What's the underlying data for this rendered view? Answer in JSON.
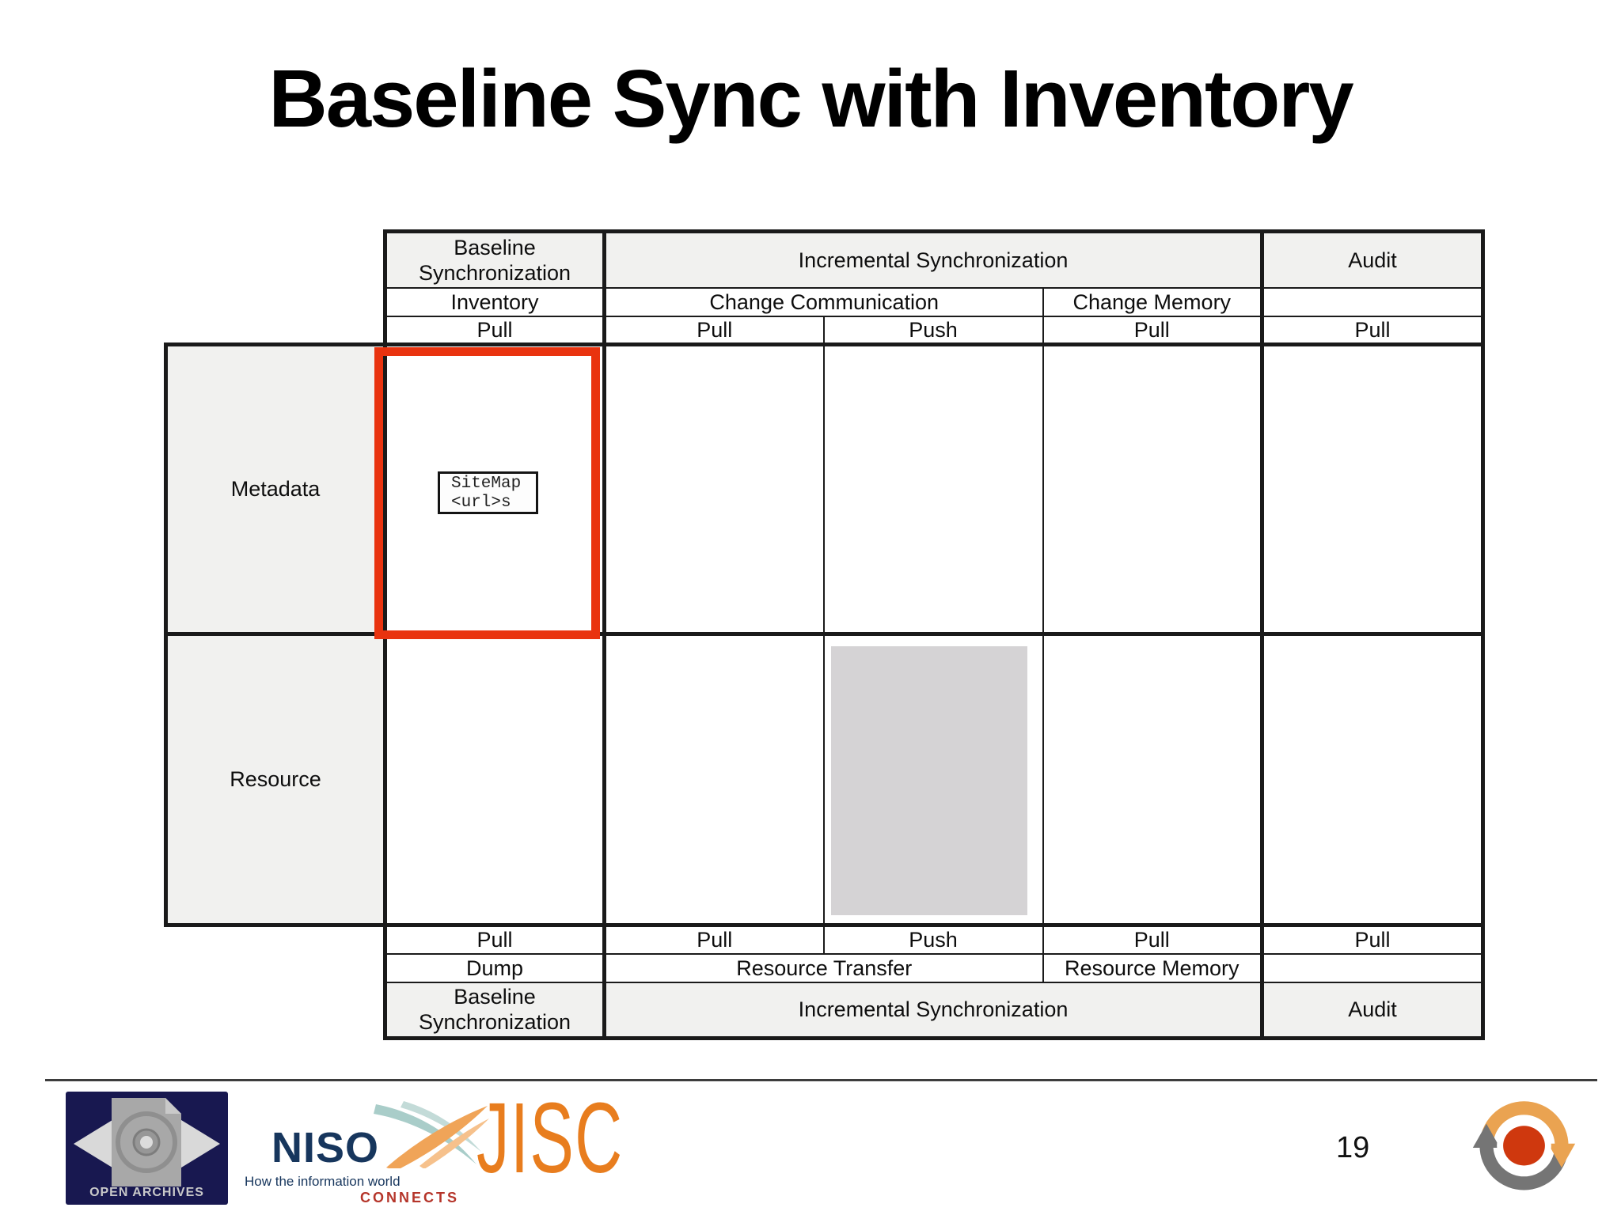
{
  "slide": {
    "title": "Baseline Sync with Inventory",
    "page_number": "19"
  },
  "table": {
    "header": {
      "baseline_sync": "Baseline Synchronization",
      "incremental_sync": "Incremental Synchronization",
      "audit": "Audit",
      "inventory": "Inventory",
      "change_communication": "Change Communication",
      "change_memory": "Change Memory",
      "audit_sub": "",
      "pull_inventory": "Pull",
      "pull_change_comm": "Pull",
      "push_change_comm": "Push",
      "pull_change_memory": "Pull",
      "pull_audit": "Pull"
    },
    "row_labels": {
      "metadata": "Metadata",
      "resource": "Resource"
    },
    "highlight_box": {
      "line1": "SiteMap",
      "line2": "<url>s"
    },
    "footer": {
      "pull_dump": "Pull",
      "pull_resource_transfer": "Pull",
      "push_resource_transfer": "Push",
      "pull_resource_memory": "Pull",
      "pull_audit": "Pull",
      "dump": "Dump",
      "resource_transfer": "Resource Transfer",
      "resource_memory": "Resource Memory",
      "audit_sub": "",
      "baseline_sync": "Baseline Synchronization",
      "incremental_sync": "Incremental Synchronization",
      "audit": "Audit"
    }
  },
  "logos": {
    "open_archives": {
      "label": "OPEN ARCHIVES"
    },
    "niso": {
      "name": "NISO",
      "tagline_line1": "How the information world",
      "tagline_line2": "CONNECTS"
    },
    "jisc": {
      "name": "JISC"
    }
  },
  "colors": {
    "highlight_red": "#e9330f",
    "gray_placeholder": "#d5d3d5",
    "table_gray_fill": "#f1f1ef",
    "jisc_orange": "#e87d1e",
    "niso_navy": "#17365d",
    "connects_red": "#b5352a",
    "oa_navy": "#181850",
    "cycle_orange": "#eaa351",
    "cycle_gray": "#757575",
    "cycle_center_red": "#cf380e"
  }
}
